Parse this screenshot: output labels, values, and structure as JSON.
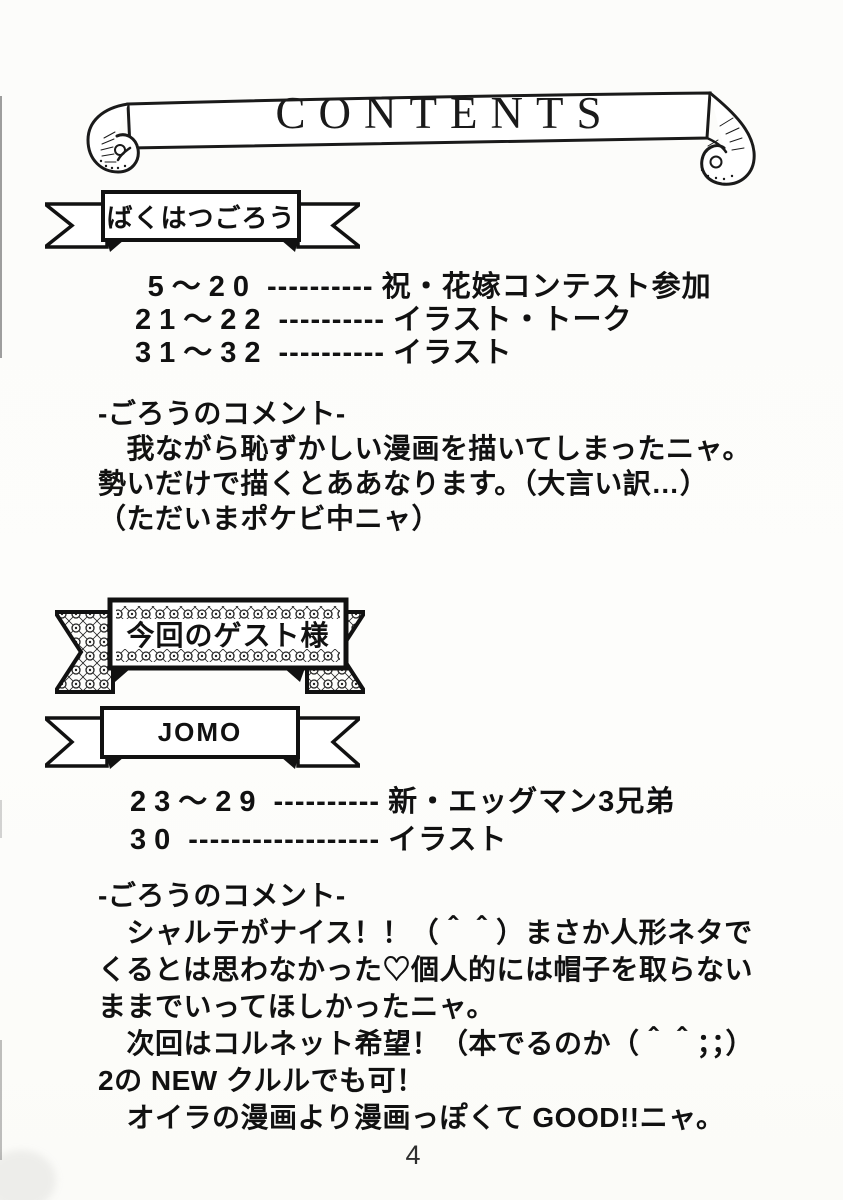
{
  "header": {
    "title": "CONTENTS"
  },
  "section1": {
    "ribbon_label": "ばくはつごろう",
    "toc": [
      {
        "pages": "5～20",
        "dashes": "----------",
        "title": "祝・花嫁コンテスト参加"
      },
      {
        "pages": "21～22",
        "dashes": "----------",
        "title": "イラスト・トーク"
      },
      {
        "pages": "31～32",
        "dashes": "----------",
        "title": "イラスト"
      }
    ],
    "comment": {
      "heading": "-ごろうのコメント-",
      "lines": [
        "　我ながら恥ずかしい漫画を描いてしまったニャ。",
        "勢いだけで描くとああなります。（大言い訳…）",
        "（ただいまポケビ中ニャ）"
      ]
    }
  },
  "guest": {
    "banner_label": "今回のゲスト様"
  },
  "section2": {
    "ribbon_label": "JOMO",
    "toc": [
      {
        "pages": "23～29",
        "dashes": "----------",
        "title": "新・エッグマン3兄弟"
      },
      {
        "pages": "30",
        "dashes": "------------------",
        "title": "イラスト"
      }
    ],
    "comment": {
      "heading": "-ごろうのコメント-",
      "lines": [
        "　シャルテがナイス！！（＾＾）まさか人形ネタで",
        "くるとは思わなかった♡個人的には帽子を取らない",
        "ままでいってほしかったニャ。",
        "　次回はコルネット希望！（本でるのか（＾＾；；）",
        "2の NEW クルルでも可！",
        "　オイラの漫画より漫画っぽくて GOOD!!ニャ。"
      ]
    }
  },
  "footer": {
    "page_number": "4"
  }
}
